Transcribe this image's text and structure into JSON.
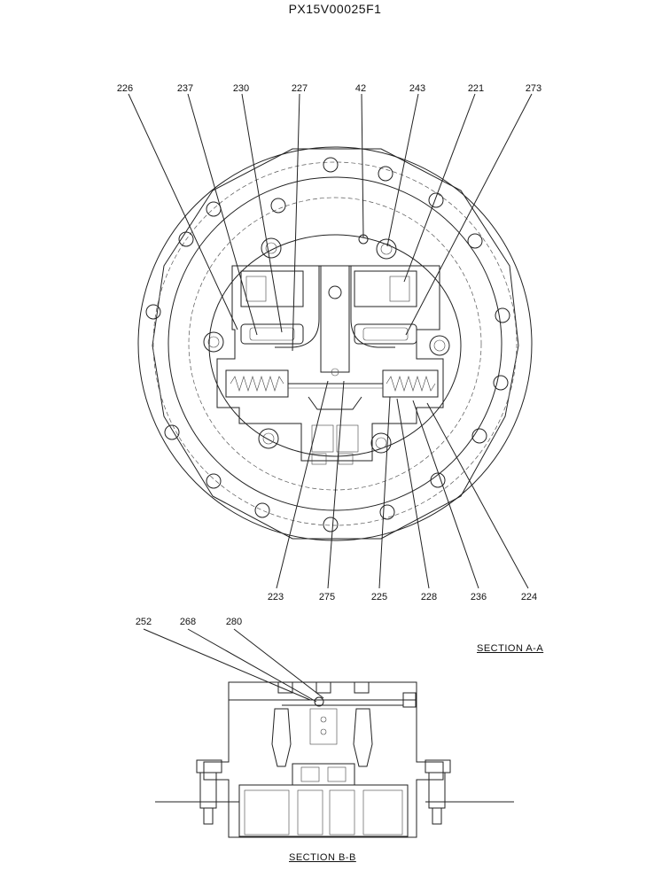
{
  "document": {
    "id": "PX15V00025F1",
    "section_top": "SECTION  A-A",
    "section_bottom": "SECTION  B-B"
  },
  "callouts_top_row": [
    "226",
    "237",
    "230",
    "227",
    "42",
    "243",
    "221",
    "273"
  ],
  "callouts_bottom_row": [
    "223",
    "275",
    "225",
    "228",
    "236",
    "224"
  ],
  "callouts_section_b": [
    "252",
    "268",
    "280"
  ]
}
